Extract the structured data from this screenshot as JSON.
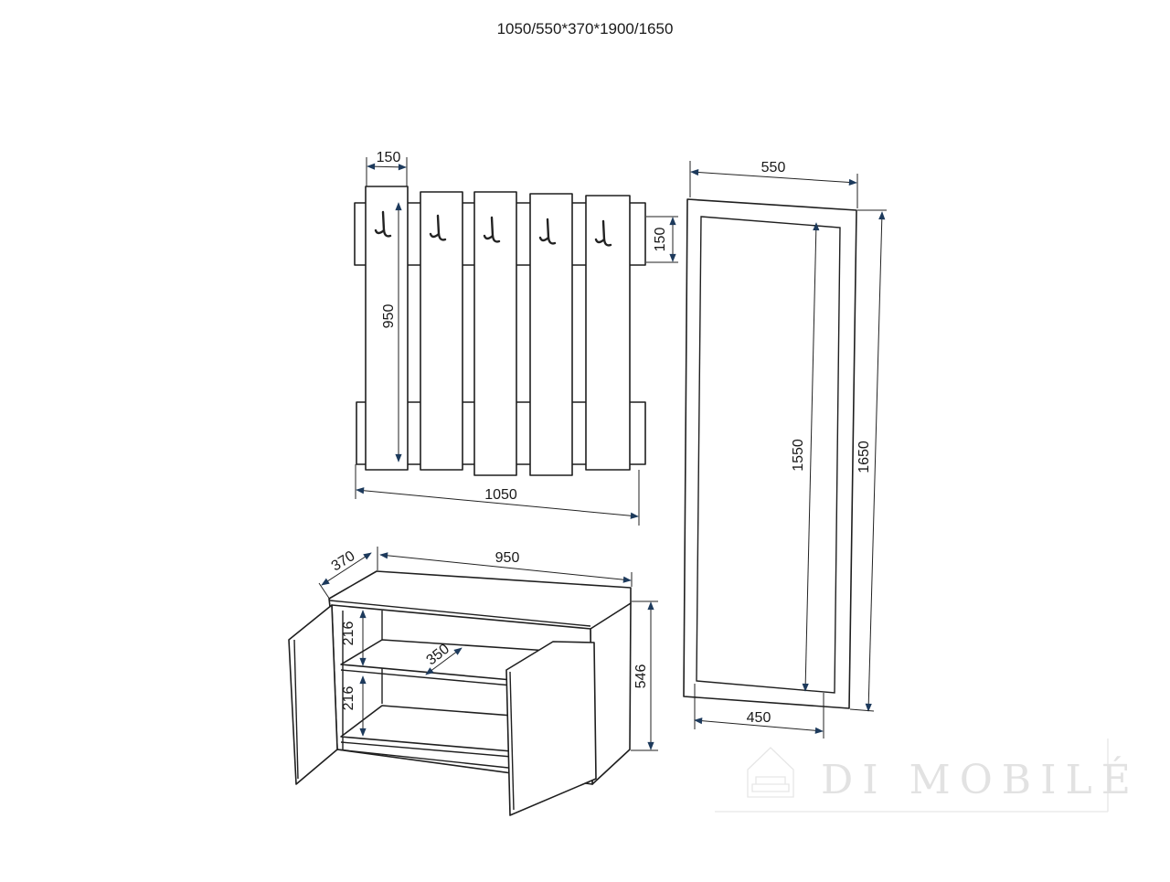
{
  "title": "1050/550*370*1900/1650",
  "hanger": {
    "panel_width": "150",
    "rail_height": "150",
    "panel_height": "950",
    "total_width": "1050"
  },
  "mirror": {
    "outer_width": "550",
    "inner_width": "450",
    "inner_height": "1550",
    "outer_height": "1650"
  },
  "cabinet": {
    "depth": "370",
    "width": "950",
    "height": "546",
    "upper_shelf_gap": "216",
    "lower_shelf_gap": "216",
    "shelf_depth": "350"
  },
  "watermark": {
    "brand": "DI MOBILÉ"
  }
}
